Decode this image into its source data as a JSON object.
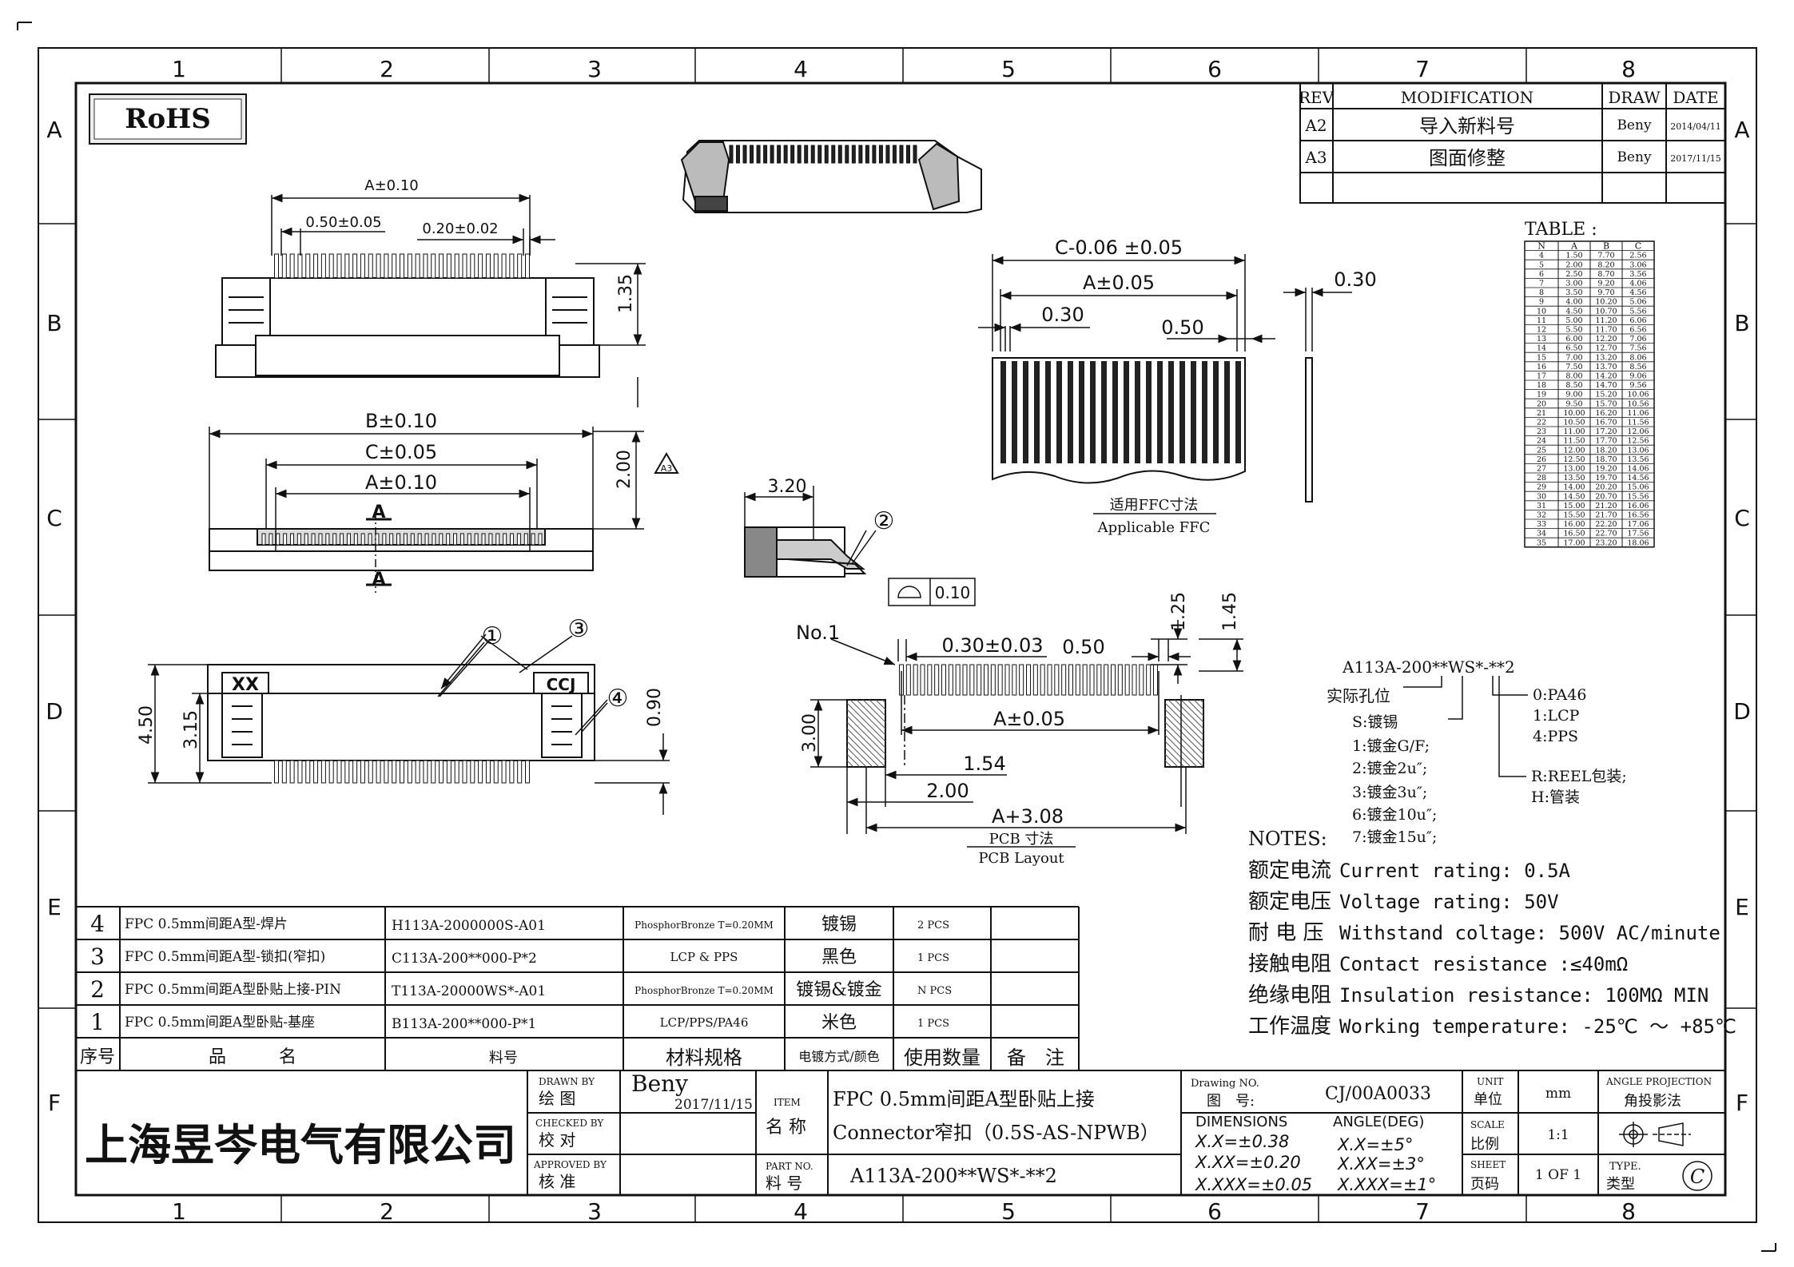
{
  "grid": {
    "columns": [
      "1",
      "2",
      "3",
      "4",
      "5",
      "6",
      "7",
      "8"
    ],
    "rows": [
      "A",
      "B",
      "C",
      "D",
      "E",
      "F"
    ]
  },
  "rohs": "RoHS",
  "revision_table": {
    "headers": [
      "REV",
      "MODIFICATION",
      "DRAW",
      "DATE"
    ],
    "rows": [
      {
        "rev": "A2",
        "mod": "导入新料号",
        "draw": "Beny",
        "date": "2014/04/11"
      },
      {
        "rev": "A3",
        "mod": "图面修整",
        "draw": "Beny",
        "date": "2017/11/15"
      }
    ]
  },
  "dims": {
    "top_a": "A±0.10",
    "top_pitch": "0.50±0.05",
    "top_pin": "0.20±0.02",
    "top_h": "1.35",
    "mid_b": "B±0.10",
    "mid_c": "C±0.05",
    "mid_a": "A±0.10",
    "mid_h": "2.00",
    "section": "A",
    "rev_mark": "A3",
    "side_w": "3.20",
    "flat_label": "0.10",
    "ffc_c": "C-0.06 ±0.05",
    "ffc_a": "A±0.05",
    "ffc_030": "0.30",
    "ffc_050": "0.50",
    "ffc_thk": "0.30",
    "ffc_cn": "适用FFC寸法",
    "ffc_en": "Applicable FFC",
    "bot_450": "4.50",
    "bot_315": "3.15",
    "bot_090": "0.90",
    "bot_xx": "XX",
    "bot_ccj": "CCJ",
    "pcb_no1": "No.1",
    "pcb_pitch": "0.30±0.03",
    "pcb_050": "0.50",
    "pcb_125": "1.25",
    "pcb_145": "1.45",
    "pcb_300": "3.00",
    "pcb_a": "A±0.05",
    "pcb_154": "1.54",
    "pcb_200": "2.00",
    "pcb_a308": "A+3.08",
    "pcb_cn": "PCB  寸法",
    "pcb_en": "PCB Layout"
  },
  "balloons": [
    "①",
    "②",
    "③",
    "④"
  ],
  "dim_table": {
    "title": "TABLE :",
    "headers": [
      "N",
      "A",
      "B",
      "C"
    ],
    "rows": [
      [
        "4",
        "1.50",
        "7.70",
        "2.56"
      ],
      [
        "5",
        "2.00",
        "8.20",
        "3.06"
      ],
      [
        "6",
        "2.50",
        "8.70",
        "3.56"
      ],
      [
        "7",
        "3.00",
        "9.20",
        "4.06"
      ],
      [
        "8",
        "3.50",
        "9.70",
        "4.56"
      ],
      [
        "9",
        "4.00",
        "10.20",
        "5.06"
      ],
      [
        "10",
        "4.50",
        "10.70",
        "5.56"
      ],
      [
        "11",
        "5.00",
        "11.20",
        "6.06"
      ],
      [
        "12",
        "5.50",
        "11.70",
        "6.56"
      ],
      [
        "13",
        "6.00",
        "12.20",
        "7.06"
      ],
      [
        "14",
        "6.50",
        "12.70",
        "7.56"
      ],
      [
        "15",
        "7.00",
        "13.20",
        "8.06"
      ],
      [
        "16",
        "7.50",
        "13.70",
        "8.56"
      ],
      [
        "17",
        "8.00",
        "14.20",
        "9.06"
      ],
      [
        "18",
        "8.50",
        "14.70",
        "9.56"
      ],
      [
        "19",
        "9.00",
        "15.20",
        "10.06"
      ],
      [
        "20",
        "9.50",
        "15.70",
        "10.56"
      ],
      [
        "21",
        "10.00",
        "16.20",
        "11.06"
      ],
      [
        "22",
        "10.50",
        "16.70",
        "11.56"
      ],
      [
        "23",
        "11.00",
        "17.20",
        "12.06"
      ],
      [
        "24",
        "11.50",
        "17.70",
        "12.56"
      ],
      [
        "25",
        "12.00",
        "18.20",
        "13.06"
      ],
      [
        "26",
        "12.50",
        "18.70",
        "13.56"
      ],
      [
        "27",
        "13.00",
        "19.20",
        "14.06"
      ],
      [
        "28",
        "13.50",
        "19.70",
        "14.56"
      ],
      [
        "29",
        "14.00",
        "20.20",
        "15.06"
      ],
      [
        "30",
        "14.50",
        "20.70",
        "15.56"
      ],
      [
        "31",
        "15.00",
        "21.20",
        "16.06"
      ],
      [
        "32",
        "15.50",
        "21.70",
        "16.56"
      ],
      [
        "33",
        "16.00",
        "22.20",
        "17.06"
      ],
      [
        "34",
        "16.50",
        "22.70",
        "17.56"
      ],
      [
        "35",
        "17.00",
        "23.20",
        "18.06"
      ]
    ]
  },
  "part_code": {
    "code": "A113A-200**WS*-**2",
    "pins": "实际孔位",
    "plating": [
      "S:镀锡",
      "1:镀金G/F;",
      "2:镀金2u″;",
      "3:镀金3u″;",
      "6:镀金10u″;",
      "7:镀金15u″;"
    ],
    "material": [
      "0:PA46",
      "1:LCP",
      "4:PPS"
    ],
    "packing": [
      "R:REEL包装;",
      "H:管装"
    ]
  },
  "notes": {
    "title": "NOTES:",
    "lines": [
      {
        "cn": "额定电流",
        "en": "Current rating: 0.5A"
      },
      {
        "cn": "额定电压",
        "en": "Voltage rating: 50V"
      },
      {
        "cn": "耐 电 压",
        "en": "Withstand coltage: 500V AC/minute"
      },
      {
        "cn": "接触电阻",
        "en": "Contact resistance :≤40mΩ"
      },
      {
        "cn": "绝缘电阻",
        "en": "Insulation resistance: 100MΩ MIN"
      },
      {
        "cn": "工作温度",
        "en": "Working temperature: -25℃ ～ +85℃"
      }
    ]
  },
  "bom": {
    "rows": [
      {
        "no": "4",
        "name": "FPC 0.5mm间距A型-焊片",
        "part": "H113A-2000000S-A01",
        "material": "PhosphorBronze T=0.20MM",
        "plating": "镀锡",
        "qty": "2 PCS",
        "note": ""
      },
      {
        "no": "3",
        "name": "FPC 0.5mm间距A型-锁扣(窄扣)",
        "part": "C113A-200**000-P*2",
        "material": "LCP & PPS",
        "plating": "黑色",
        "qty": "1 PCS",
        "note": ""
      },
      {
        "no": "2",
        "name": "FPC 0.5mm间距A型卧贴上接-PIN",
        "part": "T113A-20000WS*-A01",
        "material": "PhosphorBronze T=0.20MM",
        "plating": "镀锡&镀金",
        "qty": "N PCS",
        "note": ""
      },
      {
        "no": "1",
        "name": "FPC 0.5mm间距A型卧贴-基座",
        "part": "B113A-200**000-P*1",
        "material": "LCP/PPS/PA46",
        "plating": "米色",
        "qty": "1 PCS",
        "note": ""
      }
    ],
    "headers": {
      "no": "序号",
      "name": "品　　　名",
      "part": "料号",
      "material": "材料规格",
      "plating": "电镀方式/颜色",
      "qty": "使用数量",
      "note": "备　注"
    }
  },
  "title_block": {
    "company": "上海昱岑电气有限公司",
    "drawn_by_en": "DRAWN BY",
    "drawn_by_cn": "绘 图",
    "drawer": "Beny",
    "drawn_date": "2017/11/15",
    "checked_en": "CHECKED BY",
    "checked_cn": "校 对",
    "approved_en": "APPROVED BY",
    "approved_cn": "核 准",
    "item_en": "ITEM",
    "item_cn": "名 称",
    "item_line1": "FPC 0.5mm间距A型卧贴上接",
    "item_line2": "Connector窄扣（0.5S-AS-NPWB）",
    "part_no_en": "PART NO.",
    "part_no_cn": "料 号",
    "part_no": "A113A-200**WS*-**2",
    "drawing_no_en": "Drawing NO.",
    "drawing_no_cn": "图　号:",
    "drawing_no": "CJ/00A0033",
    "unit_en": "UNIT",
    "unit_cn": "单位",
    "unit": "mm",
    "scale_en": "SCALE",
    "scale_cn": "比例",
    "scale": "1:1",
    "sheet_en": "SHEET",
    "sheet_cn": "页码",
    "sheet": "1 OF 1",
    "angle_en": "ANGLE PROJECTION",
    "angle_cn": "角投影法",
    "type_en": "TYPE.",
    "type_cn": "类型",
    "type": "C",
    "dimensions": "DIMENSIONS",
    "angle_deg": "ANGLE(DEG)",
    "tol_lin": [
      "X.X=±0.38",
      "X.XX=±0.20",
      "X.XXX=±0.05"
    ],
    "tol_ang": [
      "X.X=±5°",
      "X.XX=±3°",
      "X.XXX=±1°"
    ]
  }
}
